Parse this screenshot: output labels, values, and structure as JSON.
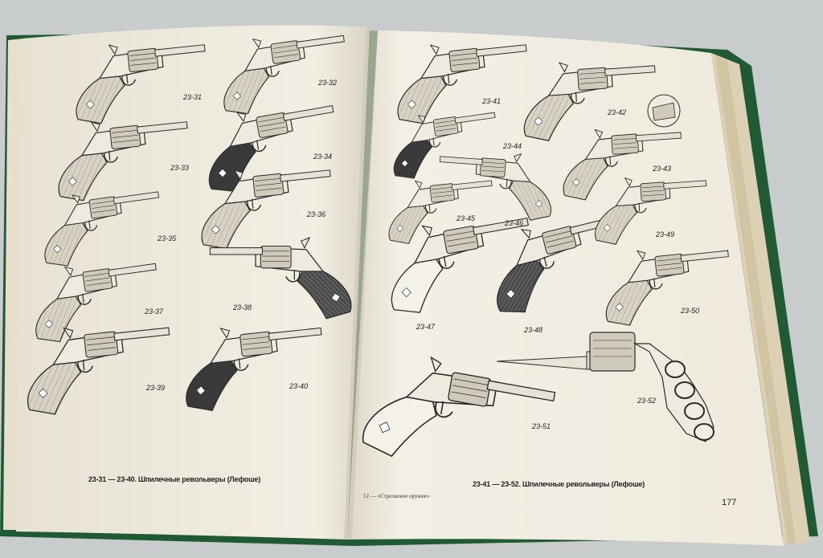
{
  "left_page": {
    "labels": [
      "23-31",
      "23-32",
      "23-33",
      "23-34",
      "23-35",
      "23-36",
      "23-37",
      "23-38",
      "23-39",
      "23-40"
    ],
    "caption": "23-31 — 23-40. Шпилечные револьверы (Лефоше)"
  },
  "right_page": {
    "labels": [
      "23-41",
      "23-42",
      "23-43",
      "23-44",
      "23-45",
      "23-46",
      "23-47",
      "23-48",
      "23-49",
      "23-50",
      "23-51",
      "23-52"
    ],
    "caption": "23-41 — 23-52. Шпилечные револьверы (Лефоше)",
    "footer": "12 — «Стрелковое оружие»",
    "page_number": "177"
  },
  "colors": {
    "background": "#c9cccd",
    "paper": "#f1ede2",
    "cover": "#1f5a35",
    "ink": "#2b2b2b"
  }
}
